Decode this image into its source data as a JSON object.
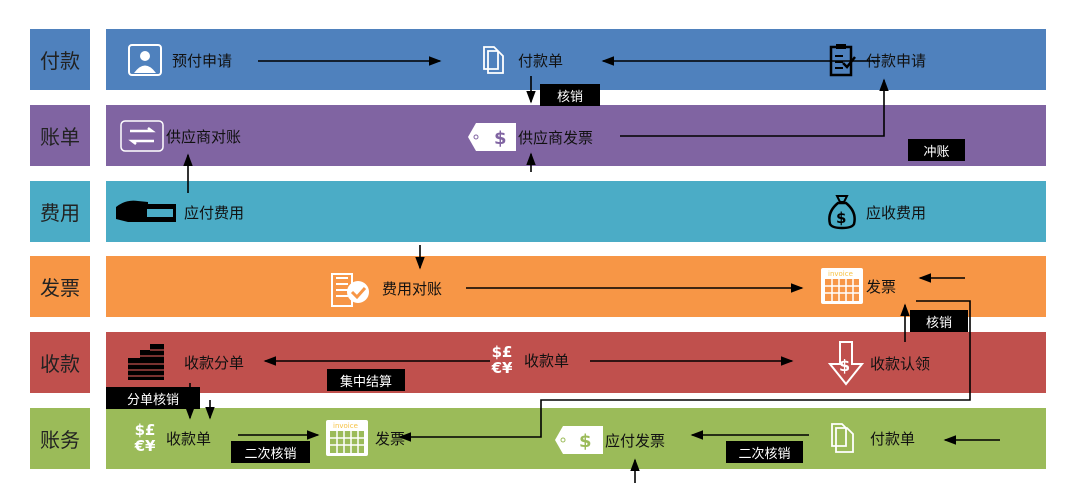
{
  "colors": {
    "payment": "#4f81bd",
    "bill": "#8064a2",
    "expense": "#4bacc6",
    "invoice": "#f79646",
    "receipt": "#c0504d",
    "accounting": "#9bbb59"
  },
  "rows": [
    {
      "label": "付款",
      "nodes": [
        "预付申请",
        "付款单",
        "付款申请"
      ]
    },
    {
      "label": "账单",
      "nodes": [
        "供应商对账",
        "供应商发票"
      ]
    },
    {
      "label": "费用",
      "nodes": [
        "应付费用",
        "应收费用"
      ]
    },
    {
      "label": "发票",
      "nodes": [
        "费用对账",
        "发票"
      ],
      "icon_text": "invoice"
    },
    {
      "label": "收款",
      "nodes": [
        "收款分单",
        "收款单",
        "收款认领"
      ]
    },
    {
      "label": "账务",
      "nodes": [
        "收款单",
        "发票",
        "应付发票",
        "付款单"
      ],
      "icon_text": "invoice"
    }
  ],
  "tags": {
    "writeoff1": "核销",
    "reverse": "冲账",
    "writeoff2": "核销",
    "central": "集中结算",
    "split": "分单核销",
    "second1": "二次核销",
    "second2": "二次核销"
  }
}
